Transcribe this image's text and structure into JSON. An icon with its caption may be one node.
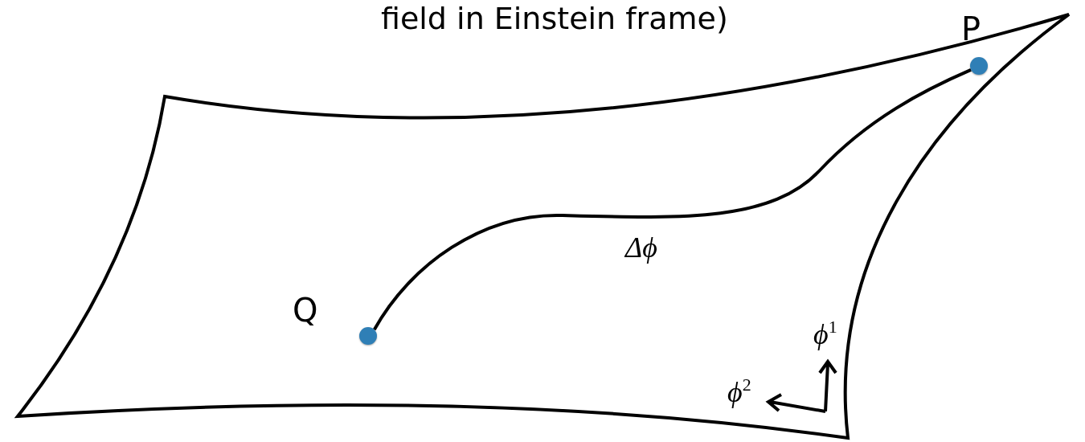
{
  "diagram": {
    "nodes": [
      {
        "text": [],
        "shape": "circle",
        "beside": [
          "P"
        ]
      },
      {
        "text": [],
        "shape": "circle",
        "beside": [
          "Q"
        ]
      }
    ],
    "edges": [
      {
        "from": 1,
        "to": 0,
        "arrow": "none",
        "label": "Δϕ"
      }
    ],
    "labels": [
      "field in Einstein frame)",
      "ϕ$^{1}$",
      "ϕ$^{2}$"
    ]
  }
}
